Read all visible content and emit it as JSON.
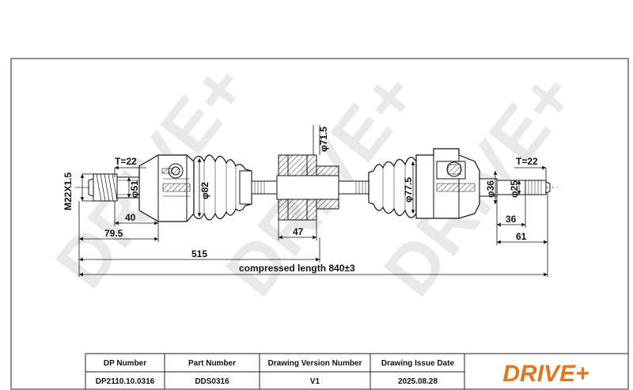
{
  "watermark": "DRIVE+",
  "dimensions": {
    "t_left": "T=22",
    "t_right": "T=22",
    "thread": "M22X1.5",
    "phi51": "φ51",
    "phi82": "φ82",
    "phi71_5": "φ71.5",
    "phi77_5": "φ77.5",
    "phi36": "φ36",
    "phi25": "φ25",
    "d40": "40",
    "d79_5": "79.5",
    "d47": "47",
    "d36": "36",
    "d61": "61",
    "d515": "515",
    "compressed": "compressed length 840±3"
  },
  "title_block": {
    "headers": [
      "DP Number",
      "Part Number",
      "Drawing Version Number",
      "Drawing Issue Date"
    ],
    "values": [
      "DP2110.10.0316",
      "DDS0316",
      "V1",
      "2025.08.28"
    ]
  },
  "logo": {
    "text": "DRIVE+",
    "color": "#e8731a"
  }
}
